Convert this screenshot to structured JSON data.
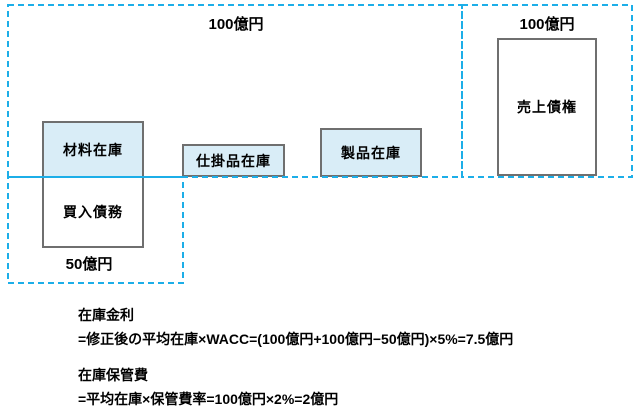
{
  "colors": {
    "dashed_region": "#1caee8",
    "box_border": "#6f6f6f",
    "box_fill_blue": "#d9edf7",
    "box_fill_white": "#ffffff",
    "text": "#000000"
  },
  "diagram": {
    "amounts": {
      "top_left": "100億円",
      "top_right": "100億円",
      "bottom_left": "50億円"
    },
    "boxes": {
      "material": "材料在庫",
      "wip": "仕掛品在庫",
      "product": "製品在庫",
      "receivable": "売上債権",
      "payable": "買入債務"
    }
  },
  "formulas": [
    {
      "title": "在庫金利",
      "body": "=修正後の平均在庫×WACC=(100億円+100億円−50億円)×5%=7.5億円"
    },
    {
      "title": "在庫保管費",
      "body": "=平均在庫×保管費率=100億円×2%=2億円"
    }
  ]
}
